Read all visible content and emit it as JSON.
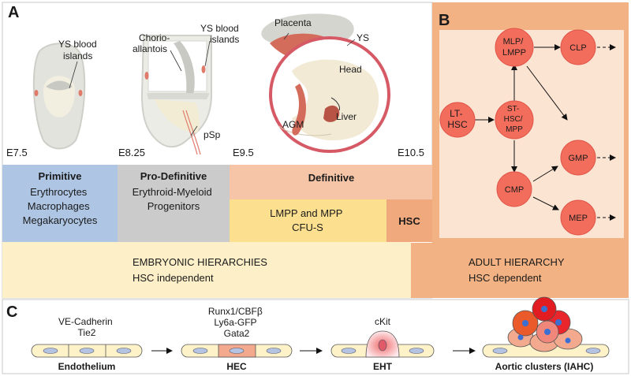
{
  "panels": {
    "a": {
      "letter": "A",
      "stage_labels": {
        "ys_blood_islands_1": [
          "YS blood",
          "islands"
        ],
        "chorio_allantois": [
          "Chorio-",
          "allantois"
        ],
        "ys_blood_islands_2": [
          "YS blood",
          "islands"
        ],
        "psp": "pSp",
        "placenta": "Placenta",
        "ys": "YS",
        "head": "Head",
        "agm": "AGM",
        "liver": "Liver"
      },
      "stages": [
        "E7.5",
        "E8.25",
        "E9.5",
        "E10.5"
      ],
      "primitive": {
        "title": "Primitive",
        "lines": [
          "Erythrocytes",
          "Macrophages",
          "Megakaryocytes"
        ],
        "color": "#aec6e4"
      },
      "pro_definitive": {
        "title": "Pro-Definitive",
        "lines": [
          "Erythroid-Myeloid",
          "Progenitors"
        ],
        "color": "#cbcbcb"
      },
      "definitive": {
        "title": "Definitive",
        "color": "#f6c5a8"
      },
      "lmpp": {
        "lines": [
          "LMPP and MPP",
          "CFU-S"
        ],
        "color": "#fde08f"
      },
      "hsc": {
        "title": "HSC",
        "color": "#f0a97d"
      },
      "embryonic": {
        "lines": [
          "EMBRYONIC HIERARCHIES",
          "HSC independent"
        ],
        "color": "#fdefc8"
      },
      "adult": {
        "lines": [
          "ADULT HIERARCHY",
          "HSC dependent"
        ],
        "color": "#f2b283"
      }
    },
    "b": {
      "letter": "B",
      "nodes": {
        "lt_hsc": [
          "LT-",
          "HSC"
        ],
        "st_hsc": [
          "ST-",
          "HSC/",
          "MPP"
        ],
        "mlp": [
          "MLP/",
          "LMPP"
        ],
        "clp": [
          "CLP"
        ],
        "gmp": [
          "GMP"
        ],
        "cmp": [
          "CMP"
        ],
        "mep": [
          "MEP"
        ]
      },
      "node_color": "#f26d5b",
      "bg_color": "#fbe4d2"
    },
    "c": {
      "letter": "C",
      "stages": [
        {
          "markers": [
            "VE-Cadherin",
            "Tie2"
          ],
          "label": "Endothelium"
        },
        {
          "markers": [
            "Runx1/CBFβ",
            "Ly6a-GFP",
            "Gata2"
          ],
          "label": "HEC"
        },
        {
          "markers": [
            "cKit"
          ],
          "label": "EHT"
        },
        {
          "markers": [],
          "label": "Aortic clusters (IAHC)"
        }
      ],
      "cell_color": "#fdf2c8",
      "nucleus_color": "#b5c3e3"
    }
  }
}
